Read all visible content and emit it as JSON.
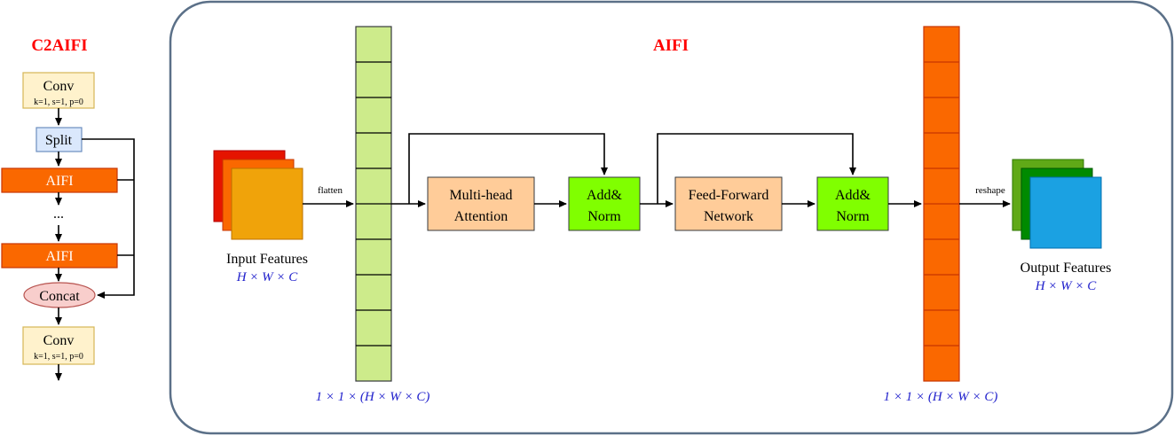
{
  "left": {
    "title": "C2AIFI",
    "conv_top": {
      "label": "Conv",
      "params": "k=1, s=1, p=0"
    },
    "split": "Split",
    "aifi_1": "AIFI",
    "ellipsis": "...",
    "aifi_2": "AIFI",
    "concat": "Concat",
    "conv_bottom": {
      "label": "Conv",
      "params": "k=1, s=1, p=0"
    }
  },
  "main": {
    "title": "AIFI",
    "input": {
      "label": "Input Features",
      "dims": "H × W × C"
    },
    "flatten_label": "flatten",
    "flat_dims_left": "1 × 1 × (H × W × C)",
    "mha": {
      "line1": "Multi-head",
      "line2": "Attention"
    },
    "addnorm_1": {
      "line1": "Add&",
      "line2": "Norm"
    },
    "ffn": {
      "line1": "Feed-Forward",
      "line2": "Network"
    },
    "addnorm_2": {
      "line1": "Add&",
      "line2": "Norm"
    },
    "flat_dims_right": "1 × 1 × (H × W × C)",
    "reshape_label": "reshape",
    "output": {
      "label": "Output Features",
      "dims": "H × W × C"
    }
  },
  "colors": {
    "title_red": "#ff0000",
    "conv_fill": "#fff2cc",
    "split_fill": "#dae8fc",
    "aifi_fill": "#fa6800",
    "concat_fill": "#f8cecc",
    "green_column": "#cdeb8b",
    "orange_column": "#fa6800",
    "mha_fill": "#ffcc99",
    "addnorm_fill": "#80ff00",
    "dim_blue": "#2222cc"
  }
}
